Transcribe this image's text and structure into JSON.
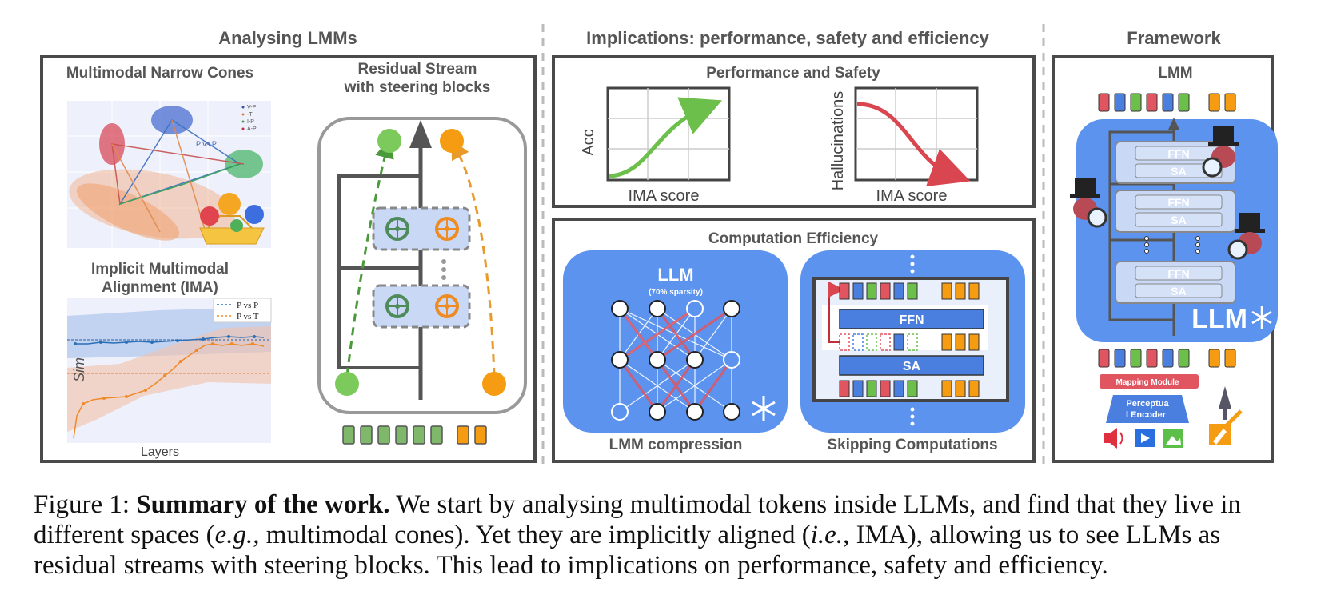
{
  "sections": {
    "analysing": "Analysing LMMs",
    "implications": "Implications: performance, safety and efficiency",
    "framework": "Framework"
  },
  "analysing": {
    "cones_title": "Multimodal Narrow Cones",
    "cones_legend": [
      "V-P",
      "-T",
      "I-P",
      "A-P"
    ],
    "cones_annotation": "P vs P",
    "ima_title_1": "Implicit Multimodal",
    "ima_title_2": "Alignment (IMA)",
    "ima_legend": [
      "P vs P",
      "P vs T"
    ],
    "ima_ylabel": "Sim",
    "ima_xlabel": "Layers",
    "residual_title_1": "Residual Stream",
    "residual_title_2": "with steering blocks"
  },
  "implications": {
    "perf_title": "Performance and Safety",
    "acc_ylabel": "Acc",
    "acc_xlabel": "IMA score",
    "hall_ylabel": "Hallucinations",
    "hall_xlabel": "IMA score",
    "comp_title": "Computation Efficiency",
    "llm_label": "LLM",
    "sparsity": "(70% sparsity)",
    "lmm_compression": "LMM compression",
    "ffn": "FFN",
    "sa": "SA",
    "skipping": "Skipping Computations"
  },
  "framework": {
    "lmm": "LMM",
    "ffn": "FFN",
    "sa": "SA",
    "llm": "LLM",
    "mapping": "Mapping Module",
    "encoder_1": "Perceptua",
    "encoder_2": "l Encoder"
  },
  "caption": {
    "prefix": "Figure 1:",
    "bold": "Summary of the work.",
    "part1": " We start by analysing multimodal tokens inside LLMs, and find that they live in different spaces (",
    "eg": "e.g.",
    "part2": ", multimodal cones). Yet they are implicitly aligned (",
    "ie": "i.e.",
    "part3": ", IMA), allowing us to see LLMs as residual streams with steering blocks. This lead to implications on performance, safety and efficiency."
  },
  "colors": {
    "green": "#6cbf4a",
    "orange": "#f59c12",
    "red": "#e05560",
    "blue": "#4a7fe0",
    "panel_blue": "#5b93ee",
    "frame": "#4a4a4a"
  }
}
